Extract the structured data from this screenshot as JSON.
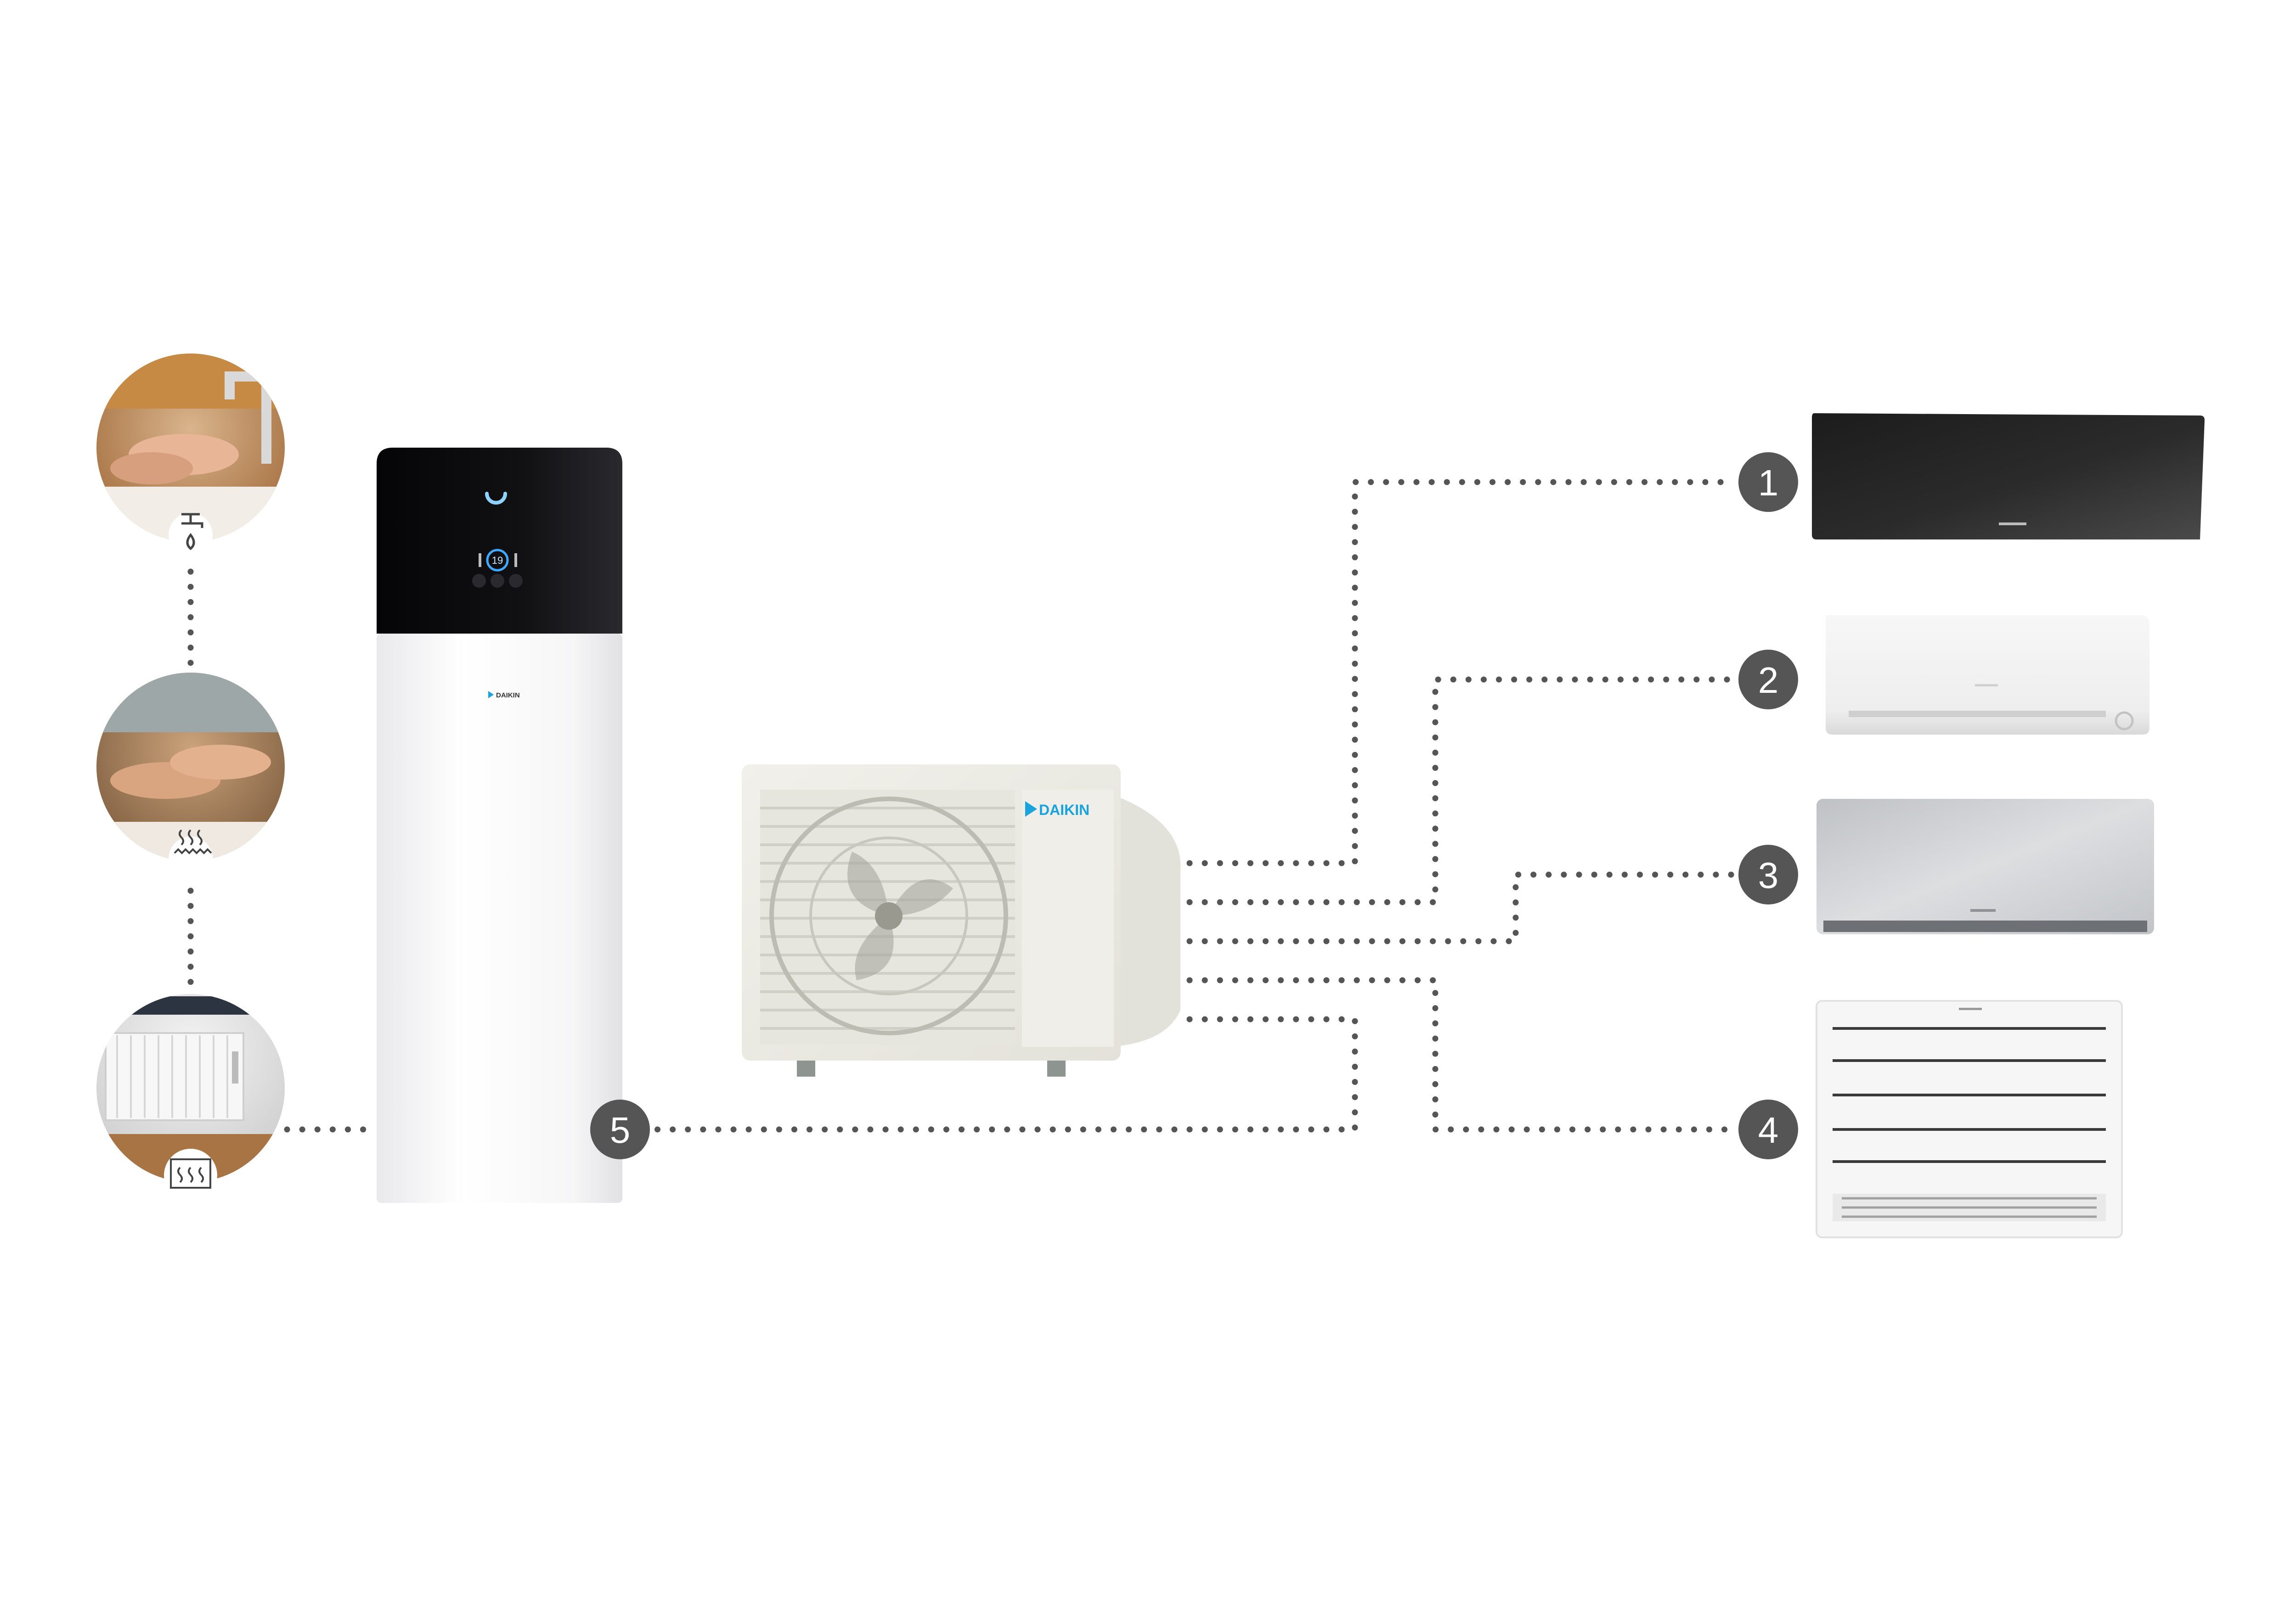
{
  "brand": {
    "name": "DAIKIN",
    "color": "#1aa3dd"
  },
  "colors": {
    "badge": "#555555",
    "connector": "#555555",
    "tank_top": "#0d0d0f",
    "indoor_black": "#2a2a2a",
    "indoor_white": "#f2f2f2",
    "indoor_silver": "#c9cccf",
    "outdoor_unit": "#ecebe4"
  },
  "applications": [
    {
      "id": "domestic-hot-water",
      "icon": "tap-water-icon"
    },
    {
      "id": "underfloor-heating",
      "icon": "floor-heating-icon"
    },
    {
      "id": "radiator-heating",
      "icon": "radiator-icon"
    }
  ],
  "indoor_units": [
    {
      "number": "1",
      "finish": "black wall-mounted unit"
    },
    {
      "number": "2",
      "finish": "white wall-mounted unit"
    },
    {
      "number": "3",
      "finish": "silver wall-mounted unit"
    },
    {
      "number": "4",
      "finish": "white floor-standing unit"
    }
  ],
  "hydrobox": {
    "number": "5"
  },
  "tank_display": {
    "readout": "19"
  }
}
